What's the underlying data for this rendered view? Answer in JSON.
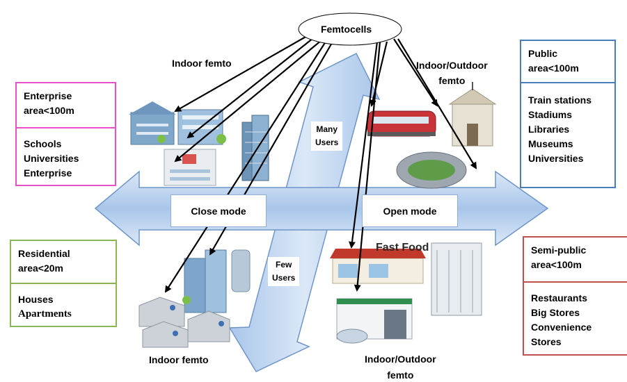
{
  "center": {
    "title": "Femtocells"
  },
  "labels": {
    "indoor_femto_top": "Indoor femto",
    "indoor_femto_bottom": "Indoor femto",
    "indoor_outdoor_top": [
      "Indoor/Outdoor",
      "femto"
    ],
    "indoor_outdoor_bottom": [
      "Indoor/Outdoor",
      "femto"
    ],
    "many_users": [
      "Many",
      "Users"
    ],
    "few_users": [
      "Few",
      "Users"
    ],
    "close_mode": "Close mode",
    "open_mode": "Open mode",
    "fast_food": "Fast Food"
  },
  "boxes": {
    "enterprise": {
      "heading": [
        "Enterprise",
        "area<100m"
      ],
      "items": [
        "Schools",
        "Universities",
        "Enterprise"
      ],
      "color": "#e84fc8"
    },
    "residential": {
      "heading": [
        "Residential",
        "area<20m"
      ],
      "items": [
        "Houses",
        "Apartments"
      ],
      "color": "#8bb653"
    },
    "public": {
      "heading": [
        "Public",
        "area<100m"
      ],
      "items": [
        "Train stations",
        "Stadiums",
        "Libraries",
        "Museums",
        "Universities"
      ],
      "color": "#4a7ebb"
    },
    "semipublic": {
      "heading": [
        "Semi-public",
        "area<100m"
      ],
      "items": [
        "Restaurants",
        "Big Stores",
        "Convenience",
        "Stores"
      ],
      "color": "#c0504d"
    }
  },
  "colors": {
    "arrow_fill": "#c6d9f1",
    "arrow_stroke": "#4f81bd",
    "pointer": "#000000"
  }
}
